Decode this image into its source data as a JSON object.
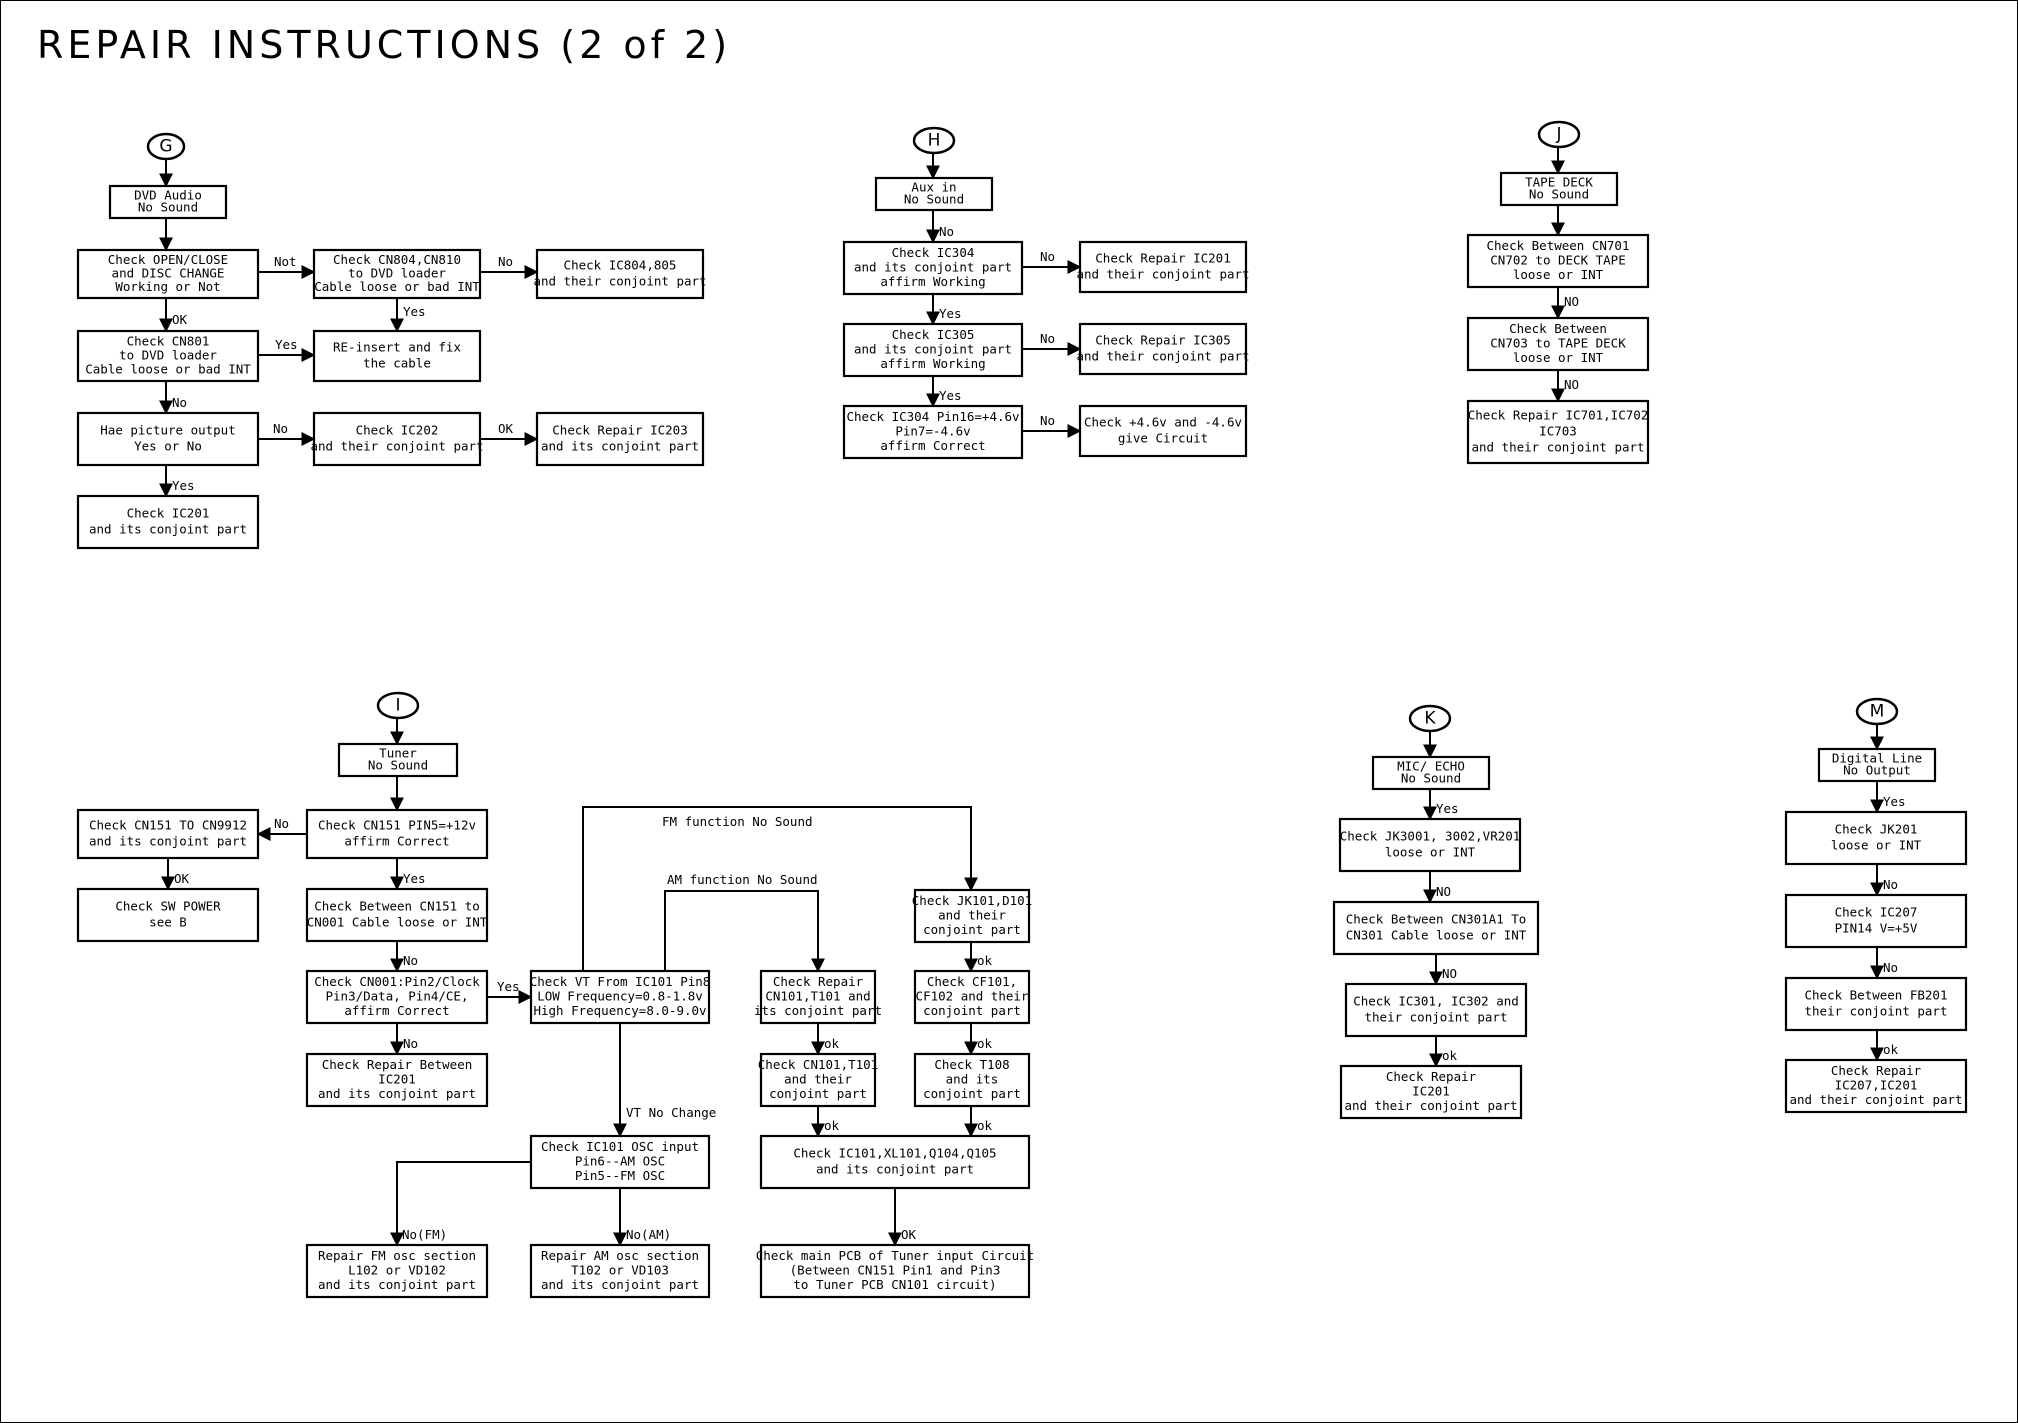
{
  "title": "REPAIR INSTRUCTIONS (2 of 2)",
  "flowcharts": [
    {
      "id": "G",
      "nodes": [
        {
          "id": "G-start",
          "shape": "terminal",
          "lines": [
            "G"
          ]
        },
        {
          "id": "G1",
          "lines": [
            "DVD Audio",
            "No Sound"
          ]
        },
        {
          "id": "G2",
          "lines": [
            "Check OPEN/CLOSE",
            "and DISC CHANGE",
            "Working or Not"
          ]
        },
        {
          "id": "G3",
          "lines": [
            "Check CN804,CN810",
            "to DVD loader",
            "Cable loose or bad INT"
          ]
        },
        {
          "id": "G4",
          "lines": [
            "Check IC804,805",
            "and their conjoint part"
          ]
        },
        {
          "id": "G5",
          "lines": [
            "Check CN801",
            "to DVD loader",
            "Cable loose or bad INT"
          ]
        },
        {
          "id": "G6",
          "lines": [
            "RE-insert and fix",
            "the cable"
          ]
        },
        {
          "id": "G7",
          "lines": [
            "Hae picture output",
            "Yes or No"
          ]
        },
        {
          "id": "G8",
          "lines": [
            "Check IC202",
            "and their conjoint part"
          ]
        },
        {
          "id": "G9",
          "lines": [
            "Check Repair IC203",
            "and its conjoint part"
          ]
        },
        {
          "id": "G10",
          "lines": [
            "Check IC201",
            "and its conjoint part"
          ]
        }
      ],
      "edges": [
        {
          "from": "G-start",
          "to": "G1",
          "label": ""
        },
        {
          "from": "G1",
          "to": "G2",
          "label": ""
        },
        {
          "from": "G2",
          "to": "G3",
          "label": "Not"
        },
        {
          "from": "G3",
          "to": "G4",
          "label": "No"
        },
        {
          "from": "G2",
          "to": "G5",
          "label": "OK"
        },
        {
          "from": "G3",
          "to": "G6",
          "label": "Yes"
        },
        {
          "from": "G5",
          "to": "G6",
          "label": "Yes"
        },
        {
          "from": "G5",
          "to": "G7",
          "label": "No"
        },
        {
          "from": "G7",
          "to": "G8",
          "label": "No"
        },
        {
          "from": "G8",
          "to": "G9",
          "label": "OK"
        },
        {
          "from": "G7",
          "to": "G10",
          "label": "Yes"
        }
      ]
    },
    {
      "id": "H",
      "nodes": [
        {
          "id": "H-start",
          "shape": "terminal",
          "lines": [
            "H"
          ]
        },
        {
          "id": "H1",
          "lines": [
            "Aux  in",
            "No Sound"
          ]
        },
        {
          "id": "H2",
          "lines": [
            "Check IC304",
            "and its conjoint part",
            "affirm Working"
          ]
        },
        {
          "id": "H3",
          "lines": [
            "Check Repair IC201",
            "and their conjoint part"
          ]
        },
        {
          "id": "H4",
          "lines": [
            "Check IC305",
            "and its conjoint part",
            "affirm Working"
          ]
        },
        {
          "id": "H5",
          "lines": [
            "Check Repair IC305",
            "and their conjoint part"
          ]
        },
        {
          "id": "H6",
          "lines": [
            "Check IC304 Pin16=+4.6v",
            "Pin7=-4.6v",
            "affirm Correct"
          ]
        },
        {
          "id": "H7",
          "lines": [
            "Check +4.6v and -4.6v",
            "give Circuit"
          ]
        }
      ],
      "edges": [
        {
          "from": "H-start",
          "to": "H1",
          "label": ""
        },
        {
          "from": "H1",
          "to": "H2",
          "label": "No"
        },
        {
          "from": "H2",
          "to": "H3",
          "label": "No"
        },
        {
          "from": "H2",
          "to": "H4",
          "label": "Yes"
        },
        {
          "from": "H4",
          "to": "H5",
          "label": "No"
        },
        {
          "from": "H4",
          "to": "H6",
          "label": "Yes"
        },
        {
          "from": "H6",
          "to": "H7",
          "label": "No"
        }
      ]
    },
    {
      "id": "J",
      "nodes": [
        {
          "id": "J-start",
          "shape": "terminal",
          "lines": [
            "J"
          ]
        },
        {
          "id": "J1",
          "lines": [
            "TAPE DECK",
            "No Sound"
          ]
        },
        {
          "id": "J2",
          "lines": [
            "Check Between CN701",
            "CN702 to DECK TAPE",
            "loose or INT"
          ]
        },
        {
          "id": "J3",
          "lines": [
            "Check Between",
            "CN703 to  TAPE DECK",
            "loose or INT"
          ]
        },
        {
          "id": "J4",
          "lines": [
            "Check Repair IC701,IC702",
            "IC703",
            "and their conjoint part"
          ]
        }
      ],
      "edges": [
        {
          "from": "J-start",
          "to": "J1",
          "label": ""
        },
        {
          "from": "J1",
          "to": "J2",
          "label": ""
        },
        {
          "from": "J2",
          "to": "J3",
          "label": "NO"
        },
        {
          "from": "J3",
          "to": "J4",
          "label": "NO"
        }
      ]
    },
    {
      "id": "I",
      "nodes": [
        {
          "id": "I-start",
          "shape": "terminal",
          "lines": [
            "I"
          ]
        },
        {
          "id": "I1",
          "lines": [
            "Tuner",
            "No Sound"
          ]
        },
        {
          "id": "I2",
          "lines": [
            "Check CN151 PIN5=+12v",
            "affirm Correct"
          ]
        },
        {
          "id": "I3",
          "lines": [
            "Check CN151 TO CN9912",
            "and its conjoint part"
          ]
        },
        {
          "id": "I4",
          "lines": [
            "Check SW POWER",
            "see B"
          ]
        },
        {
          "id": "I5",
          "lines": [
            "Check Between CN151 to",
            "CN001 Cable loose or INT"
          ]
        },
        {
          "id": "I6",
          "lines": [
            "Check CN001:Pin2/Clock",
            "Pin3/Data, Pin4/CE,",
            "affirm Correct"
          ]
        },
        {
          "id": "I7",
          "lines": [
            "Check Repair Between",
            "IC201",
            "and its conjoint part"
          ]
        },
        {
          "id": "I8",
          "lines": [
            "Check VT From IC101 Pin8",
            "LOW Frequency=0.8-1.8v",
            "High Frequency=8.0-9.0v"
          ]
        },
        {
          "id": "I9",
          "lines": [
            "Check IC101 OSC input",
            "Pin6--AM OSC",
            "Pin5--FM OSC"
          ]
        },
        {
          "id": "I10",
          "lines": [
            "Repair FM osc section",
            "L102 or VD102",
            "and its conjoint part"
          ]
        },
        {
          "id": "I11",
          "lines": [
            "Repair AM osc section",
            "T102 or VD103",
            "and its conjoint part"
          ]
        },
        {
          "id": "I12",
          "lines": [
            "Check Repair",
            "CN101,T101 and",
            "its conjoint part"
          ]
        },
        {
          "id": "I13",
          "lines": [
            "Check CN101,T101",
            "and their",
            "conjoint part"
          ]
        },
        {
          "id": "I14",
          "lines": [
            "Check JK101,D101",
            "and their",
            "conjoint part"
          ]
        },
        {
          "id": "I15",
          "lines": [
            "Check CF101,",
            "CF102 and their",
            "conjoint part"
          ]
        },
        {
          "id": "I16",
          "lines": [
            "Check T108",
            "and its",
            "conjoint part"
          ]
        },
        {
          "id": "I17",
          "lines": [
            "Check IC101,XL101,Q104,Q105",
            "and its conjoint part"
          ]
        },
        {
          "id": "I18",
          "lines": [
            "Check main PCB of Tuner input Circuit",
            "(Between CN151 Pin1 and Pin3",
            "to Tuner PCB CN101 circuit)"
          ]
        }
      ],
      "edges": [
        {
          "from": "I-start",
          "to": "I1",
          "label": ""
        },
        {
          "from": "I1",
          "to": "I2",
          "label": ""
        },
        {
          "from": "I2",
          "to": "I3",
          "label": "No"
        },
        {
          "from": "I3",
          "to": "I4",
          "label": "OK"
        },
        {
          "from": "I2",
          "to": "I5",
          "label": "Yes"
        },
        {
          "from": "I5",
          "to": "I6",
          "label": "No"
        },
        {
          "from": "I6",
          "to": "I7",
          "label": "No"
        },
        {
          "from": "I6",
          "to": "I8",
          "label": "Yes"
        },
        {
          "from": "I8",
          "to": "I14",
          "label": "FM function No Sound"
        },
        {
          "from": "I8",
          "to": "I12",
          "label": "AM function No Sound"
        },
        {
          "from": "I8",
          "to": "I9",
          "label": "VT No Change"
        },
        {
          "from": "I9",
          "to": "I10",
          "label": "No(FM)"
        },
        {
          "from": "I9",
          "to": "I11",
          "label": "No(AM)"
        },
        {
          "from": "I12",
          "to": "I13",
          "label": "ok"
        },
        {
          "from": "I14",
          "to": "I15",
          "label": "ok"
        },
        {
          "from": "I15",
          "to": "I16",
          "label": "ok"
        },
        {
          "from": "I13",
          "to": "I17",
          "label": "ok"
        },
        {
          "from": "I16",
          "to": "I17",
          "label": "ok"
        },
        {
          "from": "I17",
          "to": "I18",
          "label": "OK"
        }
      ]
    },
    {
      "id": "K",
      "nodes": [
        {
          "id": "K-start",
          "shape": "terminal",
          "lines": [
            "K"
          ]
        },
        {
          "id": "K1",
          "lines": [
            "MIC/ ECHO",
            "No Sound"
          ]
        },
        {
          "id": "K2",
          "lines": [
            "Check JK3001, 3002,VR201",
            "loose or INT"
          ]
        },
        {
          "id": "K3",
          "lines": [
            "Check Between CN301A1 To",
            "CN301 Cable loose or INT"
          ]
        },
        {
          "id": "K4",
          "lines": [
            "Check IC301, IC302 and",
            "their conjoint part"
          ]
        },
        {
          "id": "K5",
          "lines": [
            "Check Repair",
            "IC201",
            "and their conjoint part"
          ]
        }
      ],
      "edges": [
        {
          "from": "K-start",
          "to": "K1",
          "label": ""
        },
        {
          "from": "K1",
          "to": "K2",
          "label": "Yes"
        },
        {
          "from": "K2",
          "to": "K3",
          "label": "NO"
        },
        {
          "from": "K3",
          "to": "K4",
          "label": "NO"
        },
        {
          "from": "K4",
          "to": "K5",
          "label": "ok"
        }
      ]
    },
    {
      "id": "M",
      "nodes": [
        {
          "id": "M-start",
          "shape": "terminal",
          "lines": [
            "M"
          ]
        },
        {
          "id": "M1",
          "lines": [
            "Digital Line",
            "No Output"
          ]
        },
        {
          "id": "M2",
          "lines": [
            "Check JK201",
            "loose or INT"
          ]
        },
        {
          "id": "M3",
          "lines": [
            "Check IC207",
            "PIN14  V=+5V"
          ]
        },
        {
          "id": "M4",
          "lines": [
            "Check Between FB201",
            "their conjoint part"
          ]
        },
        {
          "id": "M5",
          "lines": [
            "Check Repair",
            "IC207,IC201",
            "and their conjoint part"
          ]
        }
      ],
      "edges": [
        {
          "from": "M-start",
          "to": "M1",
          "label": ""
        },
        {
          "from": "M1",
          "to": "M2",
          "label": "Yes"
        },
        {
          "from": "M2",
          "to": "M3",
          "label": "No"
        },
        {
          "from": "M3",
          "to": "M4",
          "label": "No"
        },
        {
          "from": "M4",
          "to": "M5",
          "label": "ok"
        }
      ]
    }
  ]
}
